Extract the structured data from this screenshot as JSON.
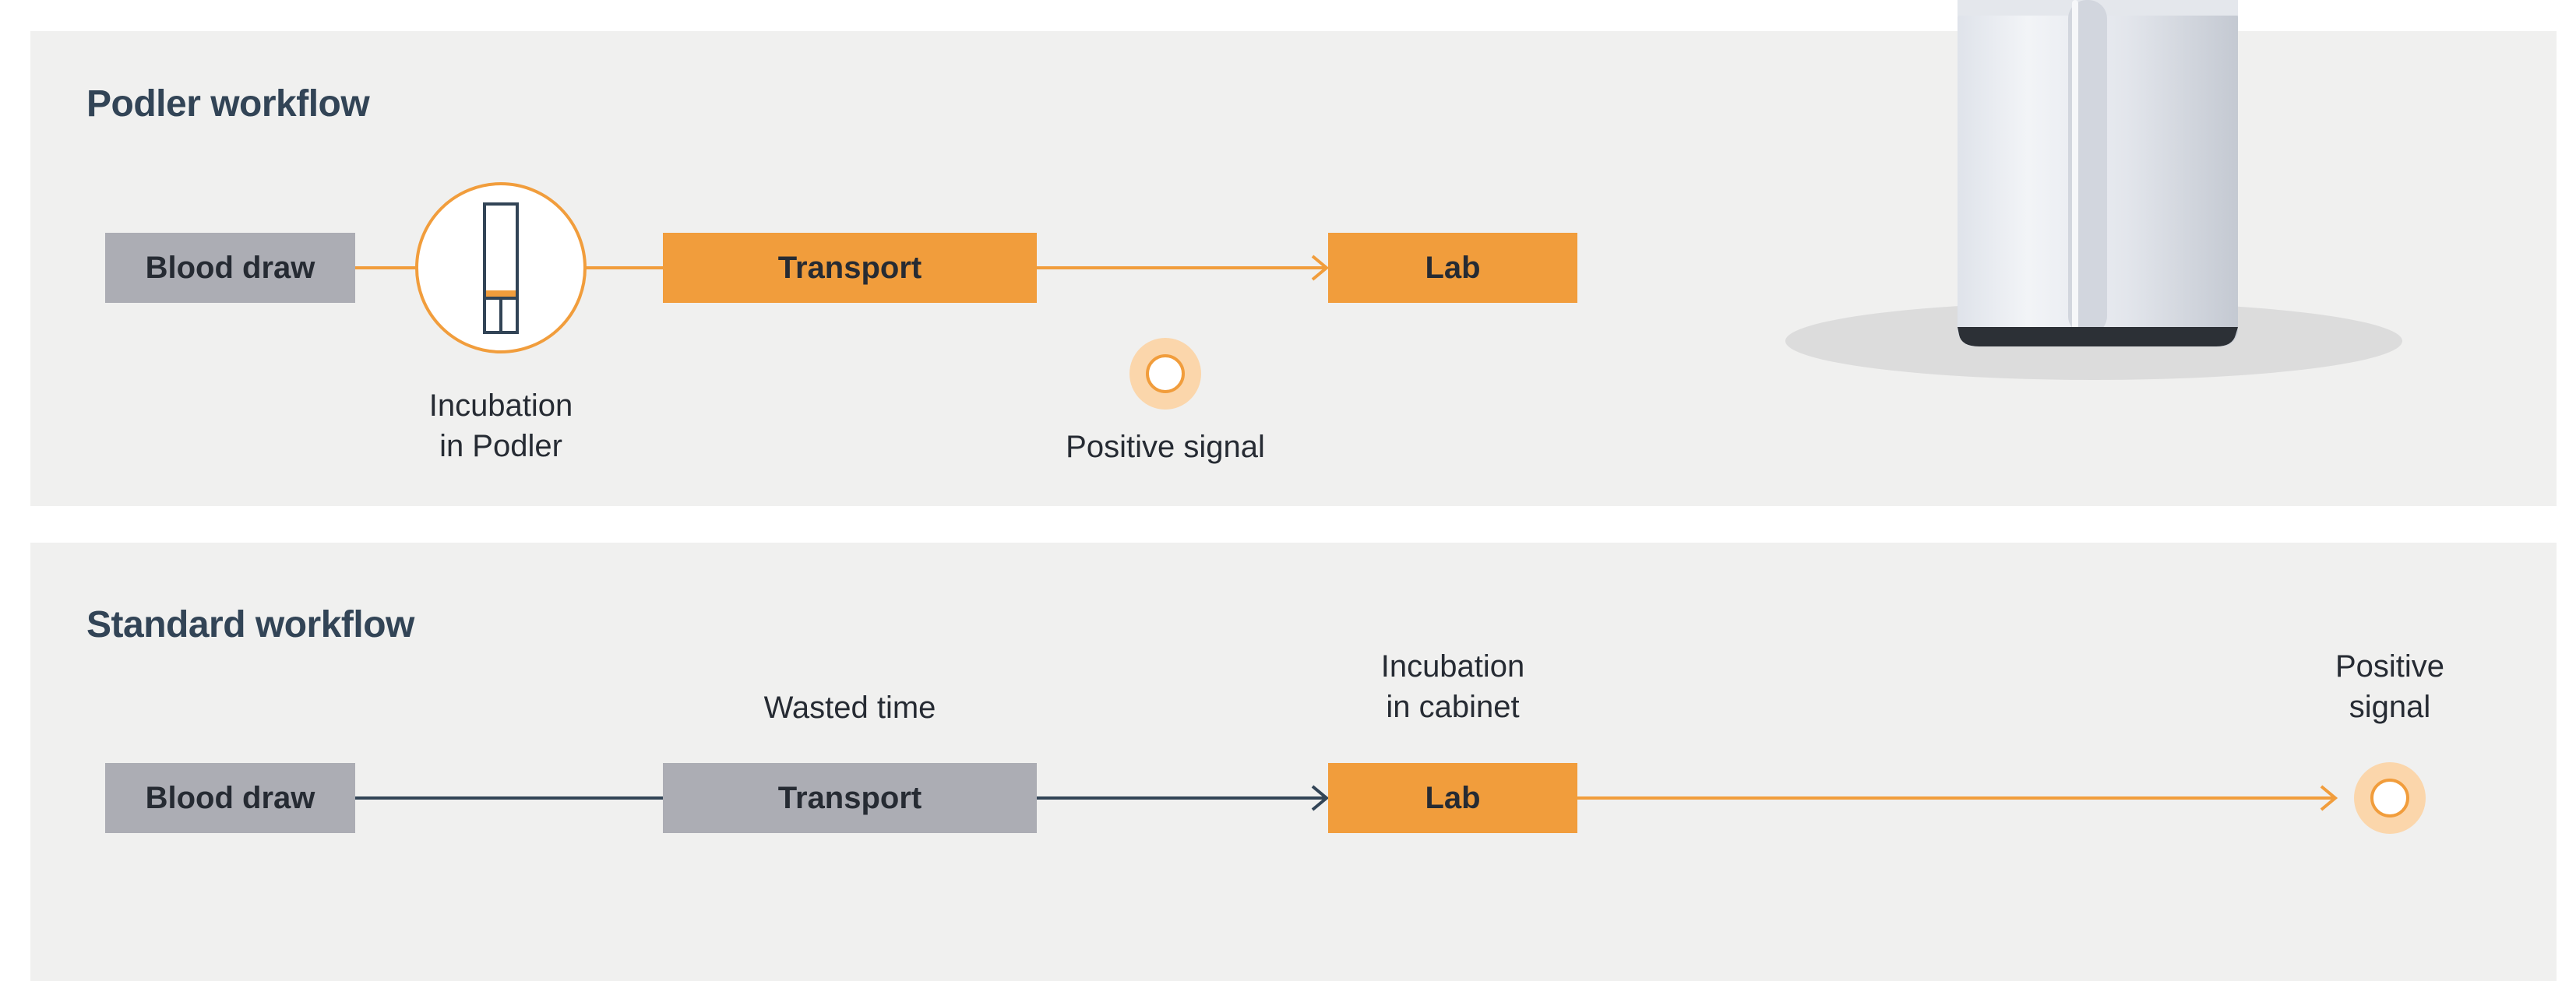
{
  "podler_workflow": {
    "title": "Podler workflow",
    "steps": {
      "blood_draw": "Blood draw",
      "transport": "Transport",
      "lab": "Lab"
    },
    "incubation_label_line1": "Incubation",
    "incubation_label_line2": "in Podler",
    "positive_signal_label": "Positive signal"
  },
  "standard_workflow": {
    "title": "Standard workflow",
    "steps": {
      "blood_draw": "Blood draw",
      "transport": "Transport",
      "lab": "Lab"
    },
    "wasted_time_label": "Wasted time",
    "incubation_label_line1": "Incubation",
    "incubation_label_line2": "in cabinet",
    "positive_signal_line1": "Positive",
    "positive_signal_line2": "signal"
  },
  "colors": {
    "accent_orange": "#f19d3c",
    "gray_box": "#acadb4",
    "panel_bg": "#f0f0ef",
    "navy": "#324456"
  },
  "icons": [
    "blood-tube-icon",
    "positive-signal-icon",
    "podler-device-image"
  ]
}
